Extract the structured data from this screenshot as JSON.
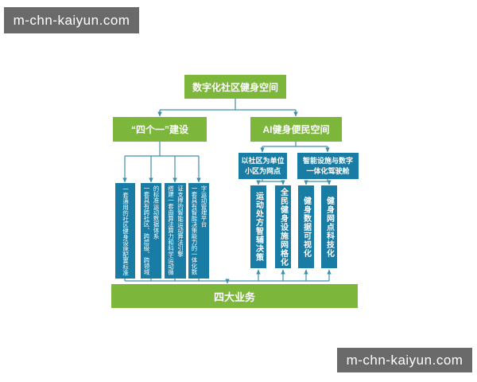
{
  "watermark": {
    "text": "m-chn-kaiyun.com"
  },
  "colors": {
    "green": "#7cb63b",
    "teal": "#187ca4",
    "connector": "#3f8fab",
    "watermark_bg": "#6a6a6a",
    "background": "#ffffff"
  },
  "diagram": {
    "root": {
      "label": "数字化社区健身空间"
    },
    "branch_left": {
      "label": "“四个一”建设",
      "items": [
        {
          "label": "一套通用的社区健身设施配置标准"
        },
        {
          "label": "一套具有跨社区、跨层级、跨领域的标准运动数据体系"
        },
        {
          "label": "搭建一套由算法算力和科学运动循证支撑的智能运动算法引擎"
        },
        {
          "label": "一套具有智能决策能力的一体化数字运动管理平台"
        }
      ]
    },
    "branch_right": {
      "label": "AI健身便民空间",
      "sub_items": [
        {
          "line1": "以社区为单位",
          "line2": "小区为网点"
        },
        {
          "line1": "智能设施与数字",
          "line2": "一体化驾驶舱"
        }
      ],
      "items": [
        {
          "label": "运动处方智辅决策"
        },
        {
          "label": "全民健身设施网格化"
        },
        {
          "label": "健身数据可视化"
        },
        {
          "label": "健身网点科技化"
        }
      ]
    },
    "footer": {
      "label": "四大业务"
    }
  }
}
